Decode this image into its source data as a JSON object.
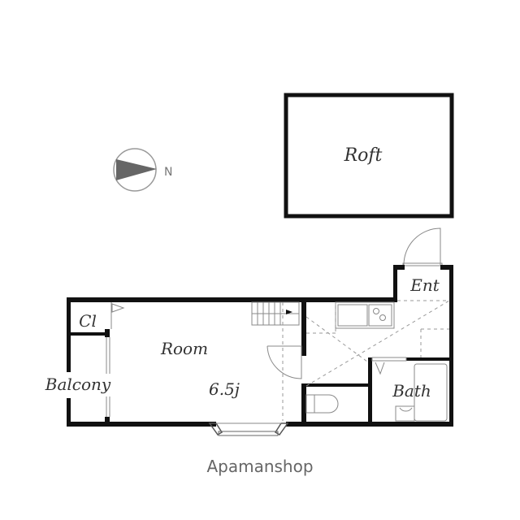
{
  "plan": {
    "rooms": {
      "loft": {
        "label": "Roft"
      },
      "room": {
        "label": "Room",
        "size": "6.5j"
      },
      "closet": {
        "label": "Cl"
      },
      "balcony": {
        "label": "Balcony"
      },
      "entrance": {
        "label": "Ent"
      },
      "bath": {
        "label": "Bath"
      }
    },
    "compass": {
      "direction_label": "N",
      "icon": "compass-arrow-icon"
    },
    "colors": {
      "wall": "#111111",
      "fixture": "#888888",
      "text": "#333333",
      "compass": "#666666"
    }
  },
  "footer": {
    "brand": "Apamanshop"
  }
}
